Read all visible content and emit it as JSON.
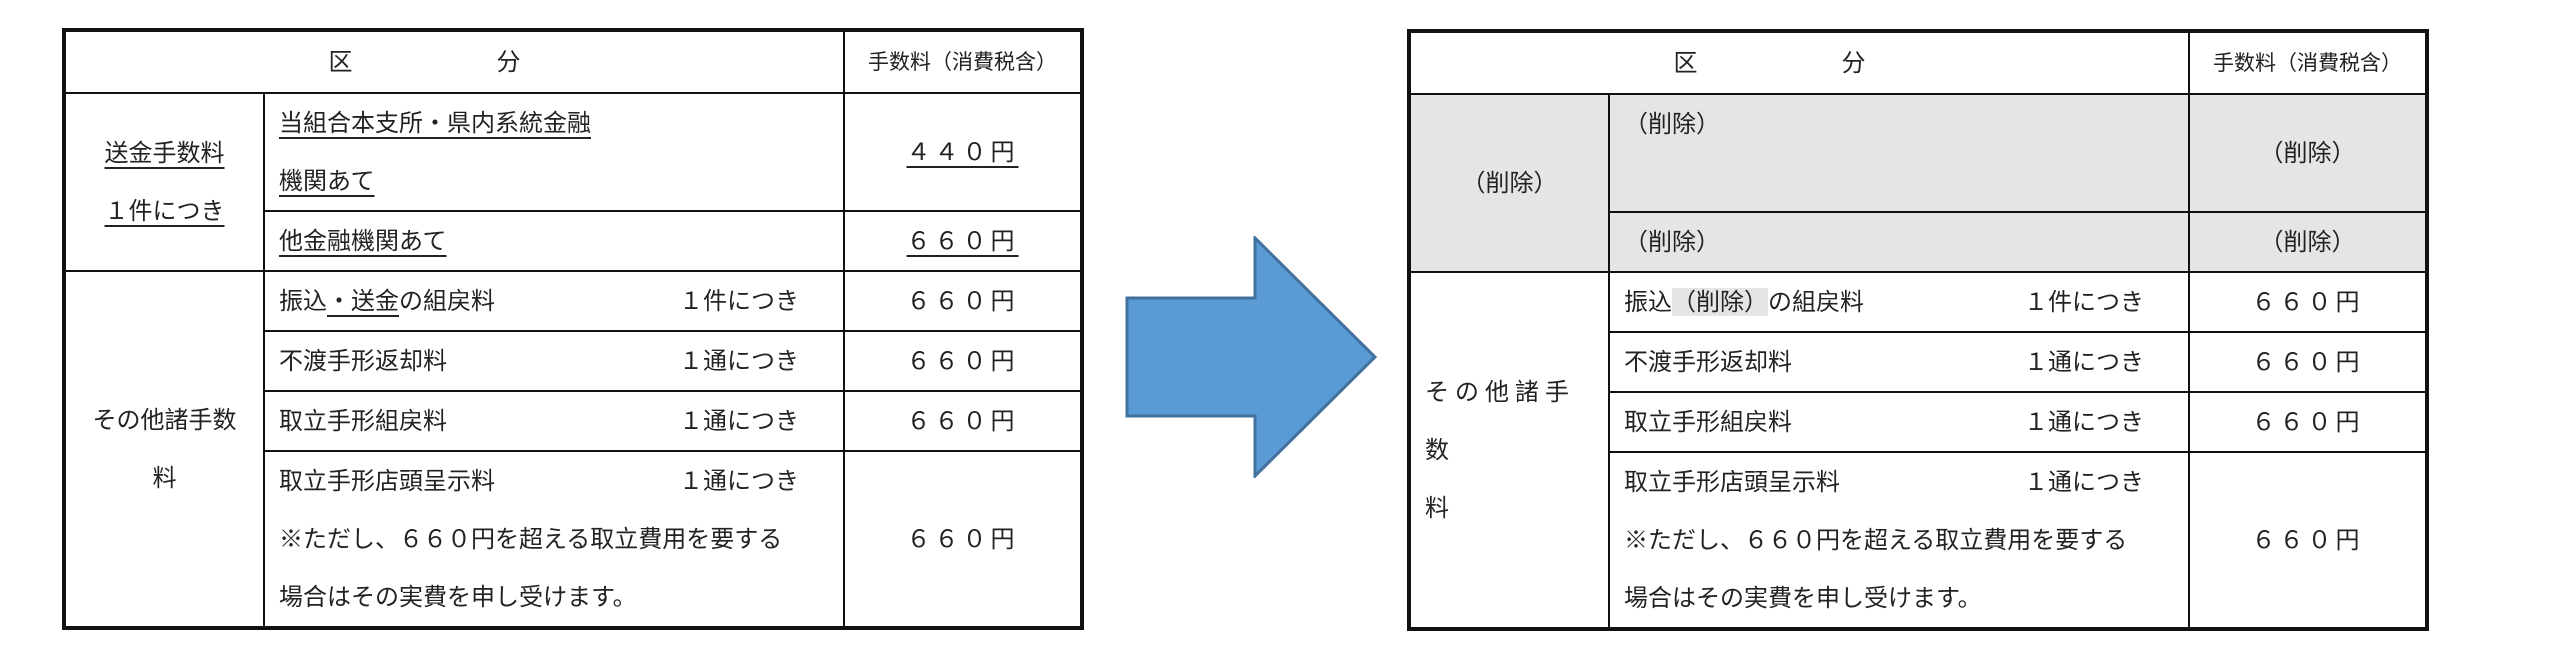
{
  "header": {
    "kubun": "区　分",
    "fee": "手数料（消費税含）"
  },
  "before": {
    "remit_category_line1": "送金手数料",
    "remit_category_line2": "１件につき",
    "remit_item1_line1": "当組合本支所・県内系統金融",
    "remit_item1_line2": "機関あて",
    "remit_item1_fee": "４４０円",
    "remit_item2": "他金融機関あて",
    "remit_item2_fee": "６６０円",
    "other_category_line1": "その他諸手数",
    "other_category_line2": "料",
    "item1_prefix": "振込",
    "item1_highlight": "・送金",
    "item1_suffix": "の組戻料",
    "item1_unit": "１件につき",
    "item1_fee": "６６０円",
    "item2": "不渡手形返却料",
    "item2_unit": "１通につき",
    "item2_fee": "６６０円",
    "item3": "取立手形組戻料",
    "item3_unit": "１通につき",
    "item3_fee": "６６０円",
    "item4": "取立手形店頭呈示料",
    "item4_unit": "１通につき",
    "item4_note1": "※ただし、６６０円を超える取立費用を要する",
    "item4_note2": "場合はその実費を申し受けます。",
    "item4_fee": "６６０円"
  },
  "after": {
    "deleted_category": "（削除）",
    "deleted_item1": "（削除）",
    "deleted_item1_fee": "（削除）",
    "deleted_item2": "（削除）",
    "deleted_item2_fee": "（削除）",
    "other_category_line1": "その他諸手数",
    "other_category_line2": "料",
    "item1_prefix": "振込",
    "item1_highlight": "（削除）",
    "item1_suffix": "の組戻料",
    "item1_unit": "１件につき",
    "item1_fee": "６６０円",
    "item2": "不渡手形返却料",
    "item2_unit": "１通につき",
    "item2_fee": "６６０円",
    "item3": "取立手形組戻料",
    "item3_unit": "１通につき",
    "item3_fee": "６６０円",
    "item4": "取立手形店頭呈示料",
    "item4_unit": "１通につき",
    "item4_note1": "※ただし、６６０円を超える取立費用を要する",
    "item4_note2": "場合はその実費を申し受けます。",
    "item4_fee": "６６０円"
  },
  "colors": {
    "arrow_fill": "#5b9bd5",
    "arrow_stroke": "#41719c",
    "deleted_shade": "#e5e5e5"
  }
}
